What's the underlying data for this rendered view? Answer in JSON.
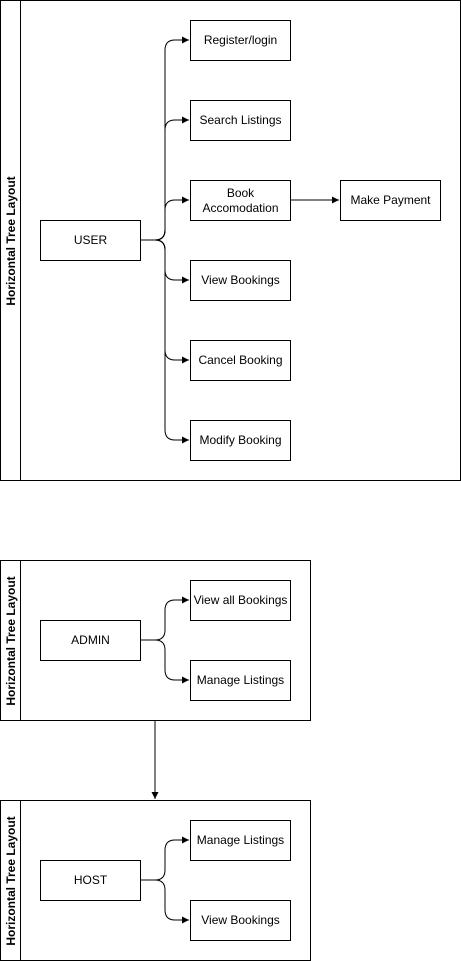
{
  "pools": {
    "user": {
      "title": "Horizontal Tree Layout"
    },
    "admin": {
      "title": "Horizontal Tree Layout"
    },
    "host": {
      "title": "Horizontal Tree Layout"
    }
  },
  "user": {
    "root": "USER",
    "children": [
      "Register/login",
      "Search Listings",
      "Book Accomodation",
      "View Bookings",
      "Cancel Booking",
      "Modify Booking"
    ],
    "payment": "Make Payment"
  },
  "admin": {
    "root": "ADMIN",
    "children": [
      "View all Bookings",
      "Manage Listings"
    ]
  },
  "host": {
    "root": "HOST",
    "children": [
      "Manage Listings",
      "View Bookings"
    ]
  }
}
